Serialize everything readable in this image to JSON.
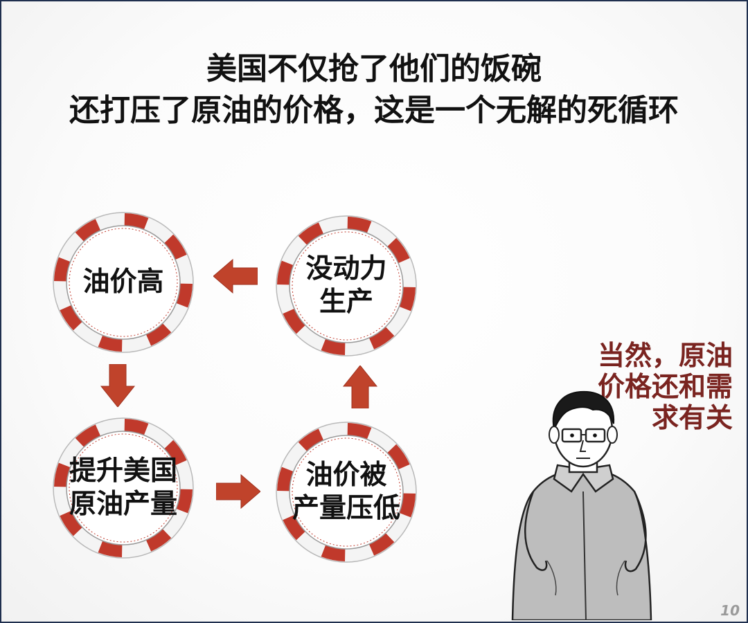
{
  "title": {
    "line1": "美国不仅抢了他们的饭碗",
    "line2": "还打压了原油的价格，这是一个无解的死循环"
  },
  "cycle": [
    {
      "id": "oil-price-high",
      "label": "油价高"
    },
    {
      "id": "no-motivation",
      "label": "没动力\n生产"
    },
    {
      "id": "raise-output",
      "label": "提升美国\n原油产量"
    },
    {
      "id": "price-suppressed",
      "label": "油价被\n产量压低"
    }
  ],
  "note": "当然，原油价格还和需求有关",
  "page_number": "10",
  "colors": {
    "ring_red": "#c0392b",
    "ring_white": "#f4f4f4",
    "arrow": "#c0432b",
    "note_text": "#7a2420"
  },
  "icons": [
    "lifebuoy-ring",
    "arrow-left",
    "arrow-down",
    "arrow-right",
    "arrow-up",
    "cartoon-man"
  ]
}
